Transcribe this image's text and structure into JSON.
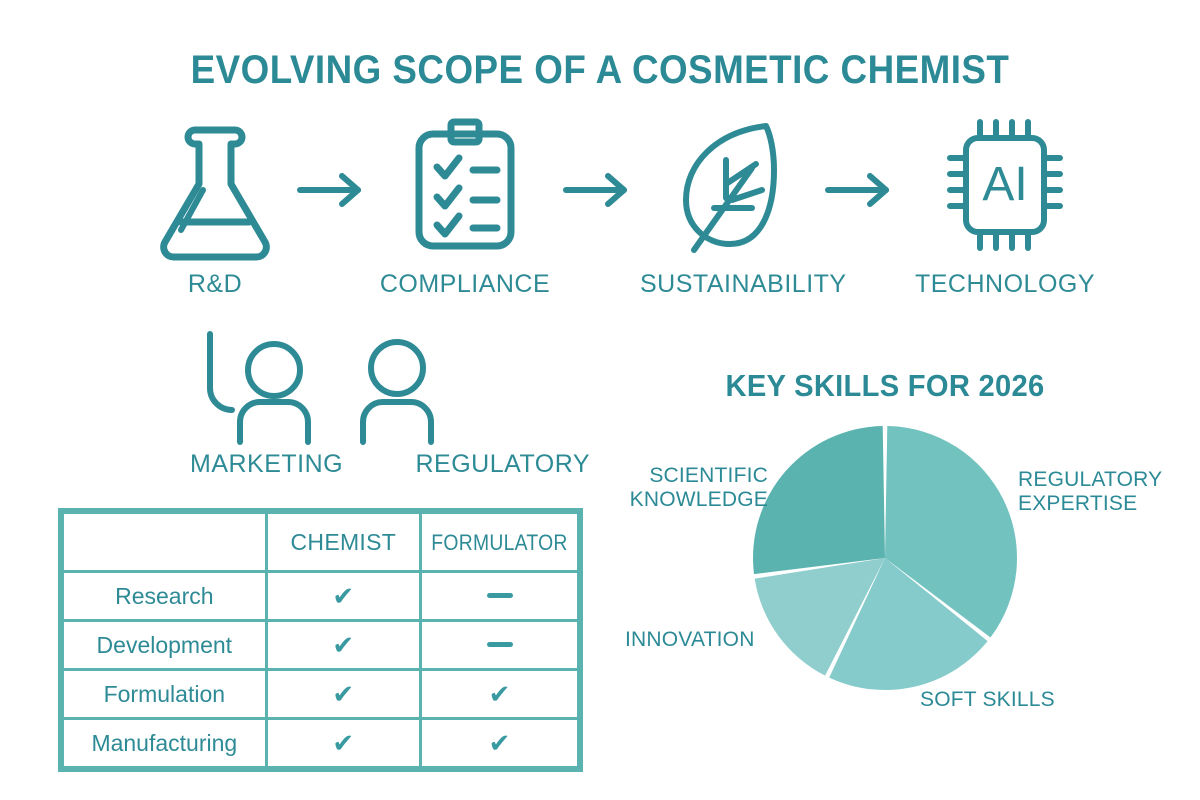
{
  "title": "EVOLVING SCOPE OF A COSMETIC CHEMIST",
  "accent": "#2e8b96",
  "flow": {
    "steps": [
      {
        "label": "R&D",
        "icon": "flask-icon"
      },
      {
        "label": "COMPLIANCE",
        "icon": "clipboard-checklist-icon"
      },
      {
        "label": "SUSTAINABILITY",
        "icon": "leaf-icon"
      },
      {
        "label": "TECHNOLOGY",
        "icon": "ai-chip-icon",
        "chip_text": "AI"
      }
    ],
    "arrow_icon": "arrow-right-icon"
  },
  "people": {
    "items": [
      {
        "label": "MARKETING",
        "icon": "person-icon"
      },
      {
        "label": "REGULATORY",
        "icon": "person-icon"
      }
    ],
    "connector_icon": "curved-connector-icon"
  },
  "table": {
    "headers": [
      "",
      "CHEMIST",
      "FORMULATOR"
    ],
    "rows": [
      {
        "label": "Research",
        "chemist": "check",
        "formulator": "dash"
      },
      {
        "label": "Development",
        "chemist": "check",
        "formulator": "dash"
      },
      {
        "label": "Formulation",
        "chemist": "check",
        "formulator": "check"
      },
      {
        "label": "Manufacturing",
        "chemist": "check",
        "formulator": "check"
      }
    ],
    "check_glyph": "✔",
    "dash_glyph": "—"
  },
  "chart_data": {
    "type": "pie",
    "title": "KEY SKILLS FOR 2026",
    "labels": [
      "REGULATORY EXPERTISE",
      "SOFT SKILLS",
      "INNOVATION",
      "SCIENTIFIC KNOWLEDGE"
    ],
    "values": [
      35.5,
      21.5,
      15.5,
      27.5
    ],
    "start_angle_deg": 0,
    "colors": [
      "#72c2c0",
      "#86cbcb",
      "#8fcecd",
      "#5bb3b0"
    ],
    "legend": "labels-outside",
    "slice_gap_deg": 2,
    "slices": [
      {
        "label": "REGULATORY EXPERTISE",
        "value": 35.5,
        "color": "#72c2c0",
        "start_deg": 0,
        "end_deg": 128
      },
      {
        "label": "SOFT SKILLS",
        "value": 21.5,
        "color": "#86cbcb",
        "start_deg": 128,
        "end_deg": 206
      },
      {
        "label": "INNOVATION",
        "value": 15.5,
        "color": "#8fcecd",
        "start_deg": 206,
        "end_deg": 262
      },
      {
        "label": "SCIENTIFIC KNOWLEDGE",
        "value": 27.5,
        "color": "#5bb3b0",
        "start_deg": 262,
        "end_deg": 360
      }
    ]
  },
  "pie_labels": {
    "regulatory_line1": "REGULATORY",
    "regulatory_line2": "EXPERTISE",
    "scientific_line1": "SCIENTIFIC",
    "scientific_line2": "KNOWLEDGE",
    "innovation": "INNOVATION",
    "soft_skills": "SOFT SKILLS"
  }
}
